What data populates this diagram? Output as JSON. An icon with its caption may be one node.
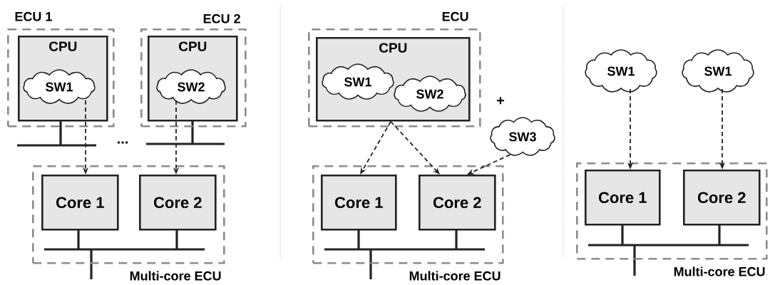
{
  "diagram": {
    "nodes": [
      {
        "text": [
          "ECU 1"
        ]
      },
      {
        "text": [
          "CPU"
        ],
        "in": 0
      },
      {
        "text": [
          "SW1"
        ],
        "in": 1
      },
      {
        "text": [
          "ECU 2"
        ]
      },
      {
        "text": [
          "CPU"
        ],
        "in": 3
      },
      {
        "text": [
          "SW2"
        ],
        "in": 4
      },
      {
        "text": [
          "Multi-core ECU"
        ]
      },
      {
        "text": [
          "Core 1"
        ],
        "in": 6
      },
      {
        "text": [
          "Core 2"
        ],
        "in": 6
      },
      {
        "text": [
          "ECU"
        ]
      },
      {
        "text": [
          "CPU"
        ],
        "in": 9
      },
      {
        "text": [
          "SW1"
        ],
        "in": 10
      },
      {
        "text": [
          "SW2"
        ],
        "in": 10
      },
      {
        "text": [
          "SW3"
        ]
      },
      {
        "text": [
          "Multi-core ECU"
        ]
      },
      {
        "text": [
          "Core 1"
        ],
        "in": 14
      },
      {
        "text": [
          "Core 2"
        ],
        "in": 14
      },
      {
        "text": [
          "SW1"
        ]
      },
      {
        "text": [
          "SW1"
        ]
      },
      {
        "text": [
          "Multi-core ECU"
        ]
      },
      {
        "text": [
          "Core 1"
        ],
        "in": 19
      },
      {
        "text": [
          "Core 2"
        ],
        "in": 19
      }
    ],
    "edges": [
      {
        "from": 2,
        "to": 7,
        "arrow": "to",
        "style": "dashed"
      },
      {
        "from": 5,
        "to": 8,
        "arrow": "to",
        "style": "dashed"
      },
      {
        "from": 10,
        "to": 15,
        "arrow": "to",
        "style": "dashed"
      },
      {
        "from": 10,
        "to": 16,
        "arrow": "to",
        "style": "dashed"
      },
      {
        "from": 13,
        "to": 16,
        "arrow": "to",
        "style": "dashed"
      },
      {
        "from": 17,
        "to": 20,
        "arrow": "to",
        "style": "dashed"
      },
      {
        "from": 18,
        "to": 21,
        "arrow": "to",
        "style": "dashed"
      }
    ],
    "labels": [
      "...",
      "+"
    ]
  }
}
